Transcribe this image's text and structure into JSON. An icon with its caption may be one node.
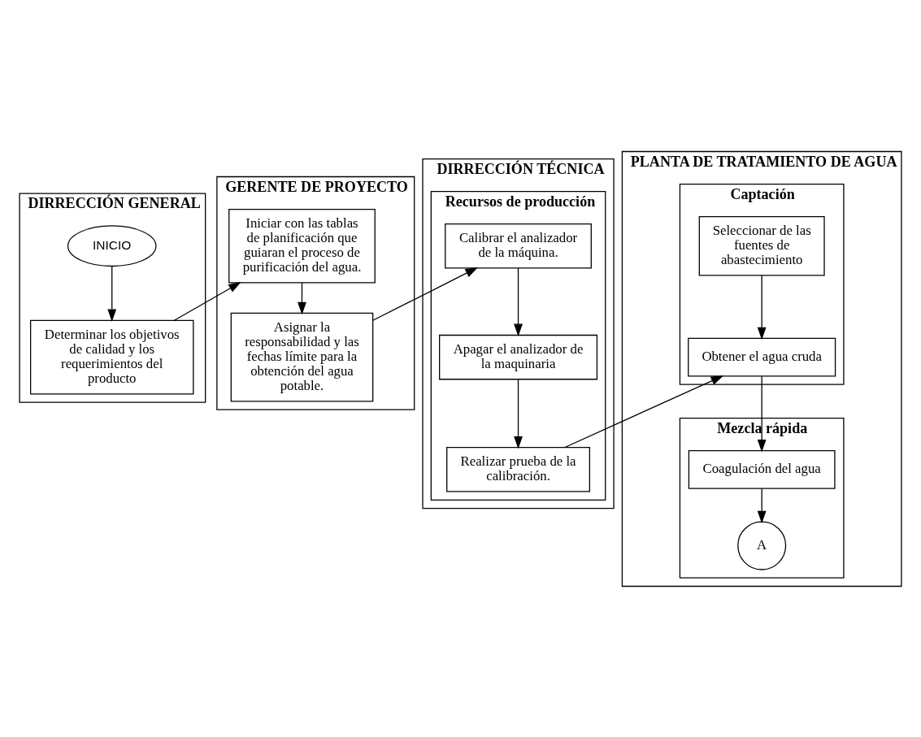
{
  "diagram": {
    "nodes": [
      {
        "text": [
          "DIRRECCIÓN GENERAL"
        ]
      },
      {
        "text": [
          "INICIO"
        ],
        "in": 0
      },
      {
        "text": [
          "Determinar los objetivos de calidad y los requerimientos del producto"
        ],
        "in": 0
      },
      {
        "text": [
          "GERENTE DE PROYECTO"
        ]
      },
      {
        "text": [
          "Iniciar con las tablas de planificación que guiaran el proceso de purificación del agua."
        ],
        "in": 3
      },
      {
        "text": [
          "Asignar la responsabilidad y las fechas límite para la obtención del agua potable."
        ],
        "in": 3
      },
      {
        "text": [
          "DIRRECCIÓN TÉCNICA"
        ]
      },
      {
        "text": [
          "Recursos de producción"
        ],
        "in": 6
      },
      {
        "text": [
          "Calibrar el analizador de la máquina."
        ],
        "in": 7
      },
      {
        "text": [
          "Apagar el analizador de la maquinaria"
        ],
        "in": 7
      },
      {
        "text": [
          "Realizar prueba de la calibración."
        ],
        "in": 7
      },
      {
        "text": [
          "PLANTA DE TRATAMIENTO DE AGUA"
        ]
      },
      {
        "text": [
          "Captación"
        ],
        "in": 11
      },
      {
        "text": [
          "Seleccionar de las fuentes de abastecimiento"
        ],
        "in": 12
      },
      {
        "text": [
          "Obtener el agua cruda"
        ],
        "in": 12
      },
      {
        "text": [
          "Mezcla rápida"
        ],
        "in": 11
      },
      {
        "text": [
          "Coagulación del agua"
        ],
        "in": 15
      },
      {
        "text": [
          "A"
        ],
        "in": 15
      }
    ],
    "edges": [
      {
        "from": 1,
        "to": 2,
        "arrow": "to"
      },
      {
        "from": 2,
        "to": 4,
        "arrow": "to"
      },
      {
        "from": 4,
        "to": 5,
        "arrow": "to"
      },
      {
        "from": 5,
        "to": 8,
        "arrow": "to"
      },
      {
        "from": 8,
        "to": 9,
        "arrow": "to"
      },
      {
        "from": 9,
        "to": 10,
        "arrow": "to"
      },
      {
        "from": 10,
        "to": 14,
        "arrow": "to"
      },
      {
        "from": 13,
        "to": 14,
        "arrow": "to"
      },
      {
        "from": 14,
        "to": 16,
        "arrow": "to"
      },
      {
        "from": 16,
        "to": 17,
        "arrow": "to"
      }
    ]
  }
}
